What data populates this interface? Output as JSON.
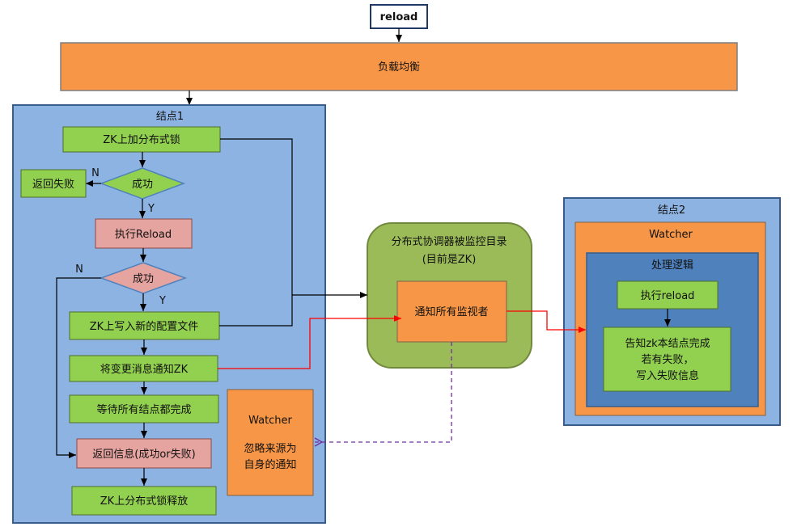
{
  "top": {
    "reload": "reload",
    "load_balancer": "负载均衡"
  },
  "node1": {
    "title": "结点1",
    "steps": {
      "lock": "ZK上加分布式锁",
      "success1": "成功",
      "return_fail": "返回失败",
      "exec_reload": "执行Reload",
      "success2": "成功",
      "write_config": "ZK上写入新的配置文件",
      "notify_zk": "将变更消息通知ZK",
      "wait_all": "等待所有结点都完成",
      "return_info": "返回信息(成功or失败)",
      "release_lock": "ZK上分布式锁释放"
    },
    "labels": {
      "n1": "N",
      "y1": "Y",
      "n2": "N",
      "y2": "Y"
    },
    "watcher": {
      "title": "Watcher",
      "line1": "忽略来源为",
      "line2": "自身的通知"
    }
  },
  "coordinator": {
    "line1": "分布式协调器被监控目录",
    "line2": "(目前是ZK)",
    "notify_all": "通知所有监视者"
  },
  "node2": {
    "title": "结点2",
    "watcher": "Watcher",
    "logic": "处理逻辑",
    "exec_reload": "执行reload",
    "tell_line1": "告知zk本结点完成",
    "tell_line2": "若有失败，",
    "tell_line3": "写入失败信息"
  },
  "colors": {
    "orange": "#f79646",
    "blue_light": "#8db3e2",
    "blue_dark": "#4f81bd",
    "green": "#92d050",
    "pink": "#e6a4a0",
    "olive": "#9bbb59",
    "red_arrow": "#ff0000",
    "purple_arrow": "#7030a0"
  }
}
